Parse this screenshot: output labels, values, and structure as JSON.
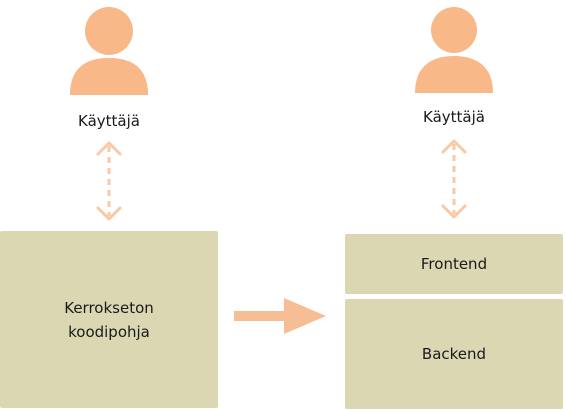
{
  "left": {
    "user_label": "Käyttäjä",
    "box_lines": [
      "Kerrokseton",
      "koodipohja"
    ]
  },
  "right": {
    "user_label": "Käyttäjä",
    "frontend_label": "Frontend",
    "backend_label": "Backend"
  },
  "colors": {
    "person": "#f8b887",
    "dashed_arrow": "#f8c9a4",
    "box_fill": "#dbd7b3",
    "transition_arrow": "#f7bd94"
  },
  "icons": {
    "user": "person-icon",
    "link": "bidirectional-dashed-arrow",
    "transition": "right-arrow"
  }
}
